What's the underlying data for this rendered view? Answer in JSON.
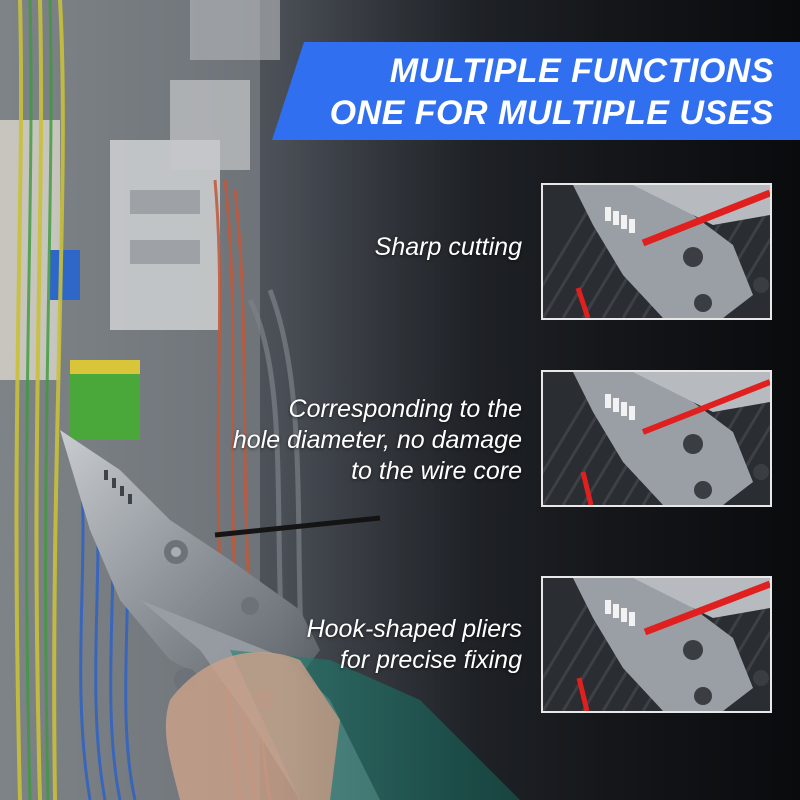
{
  "banner": {
    "line1": "MULTIPLE FUNCTIONS",
    "line2": "ONE FOR MULTIPLE USES"
  },
  "features": [
    {
      "text": "Sharp cutting"
    },
    {
      "text": "Corresponding to the\nhole diameter, no damage\nto the wire core"
    },
    {
      "text": "Hook-shaped pliers\nfor precise fixing"
    }
  ],
  "colors": {
    "banner_blue": "#2f6ff0",
    "wire_red": "#e0201f",
    "text": "#ffffff"
  }
}
